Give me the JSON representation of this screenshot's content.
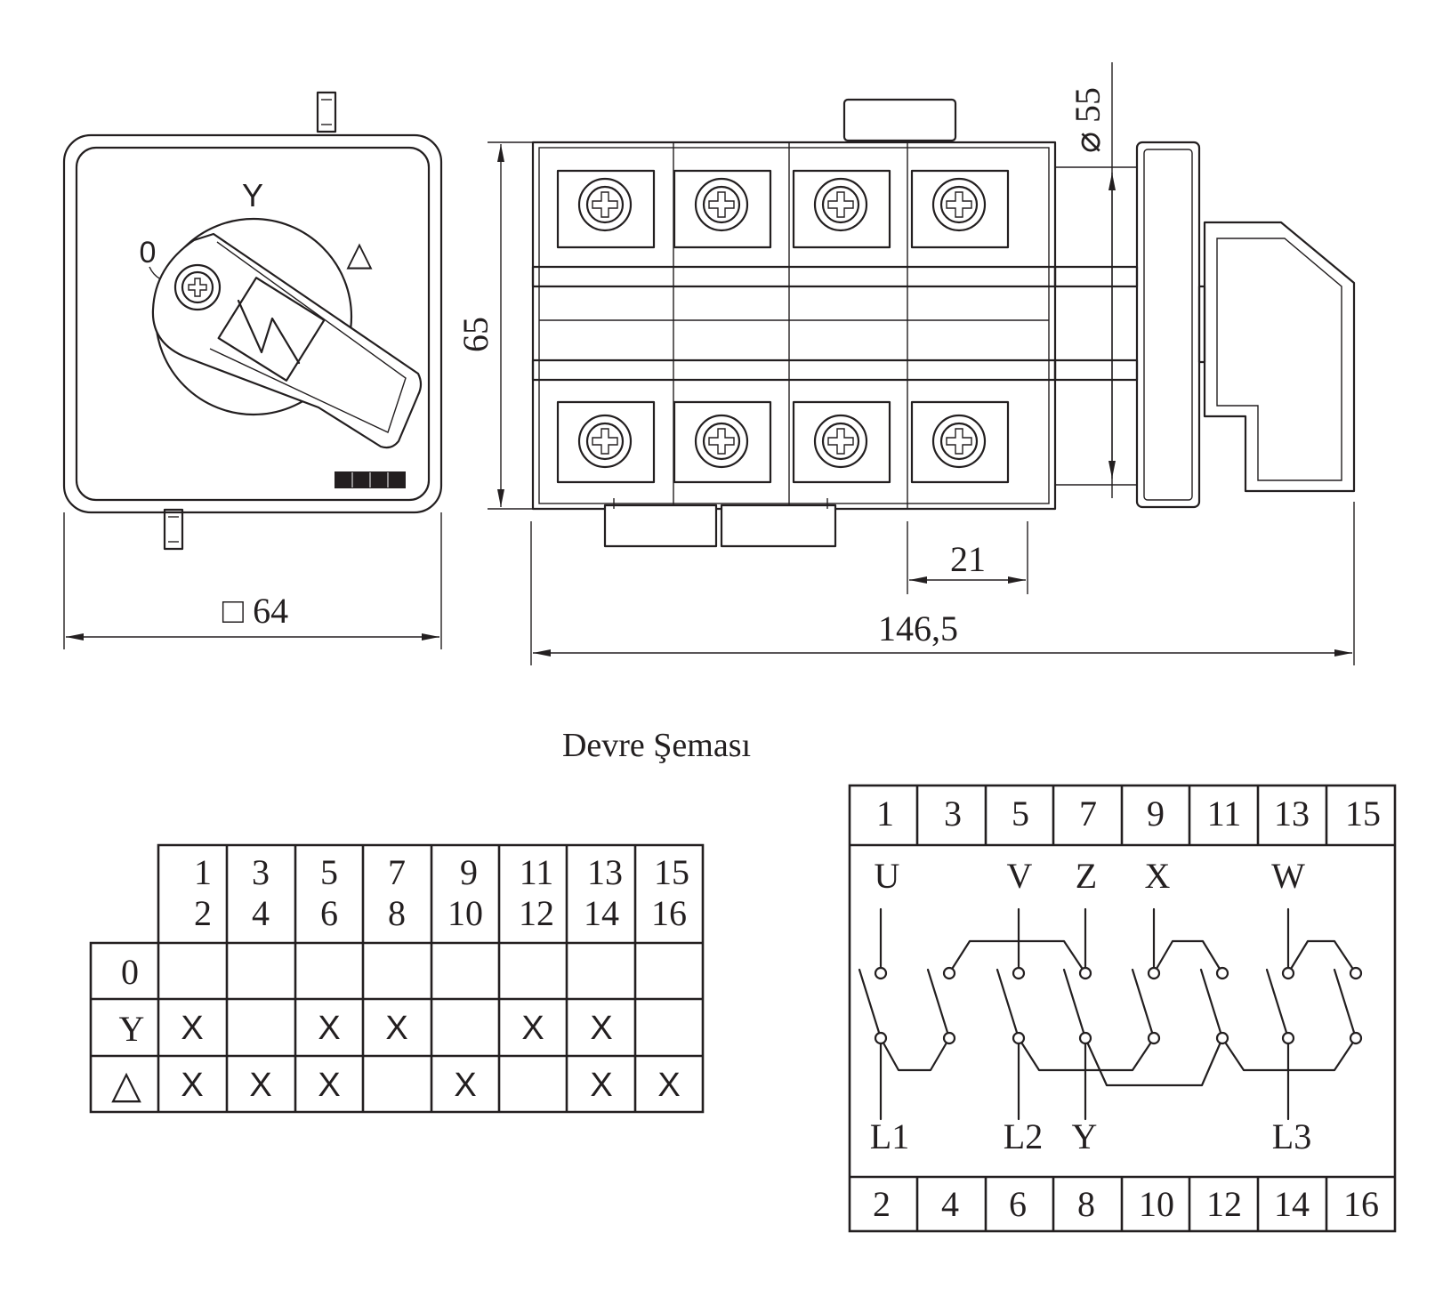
{
  "front_view": {
    "dial_labels": {
      "off": "0",
      "star": "Y",
      "delta": "△"
    },
    "dimension_width": "□ 64"
  },
  "side_view": {
    "dimension_height": "65",
    "dimension_diameter": "⌀ 55",
    "dimension_pitch": "21",
    "dimension_length": "146,5"
  },
  "title": "Devre Şeması",
  "switching_table": {
    "column_headers": [
      {
        "top": "1",
        "bottom": "2"
      },
      {
        "top": "3",
        "bottom": "4"
      },
      {
        "top": "5",
        "bottom": "6"
      },
      {
        "top": "7",
        "bottom": "8"
      },
      {
        "top": "9",
        "bottom": "10"
      },
      {
        "top": "11",
        "bottom": "12"
      },
      {
        "top": "13",
        "bottom": "14"
      },
      {
        "top": "15",
        "bottom": "16"
      }
    ],
    "rows": [
      {
        "label": "0",
        "cells": [
          "",
          "",
          "",
          "",
          "",
          "",
          "",
          ""
        ]
      },
      {
        "label": "Y",
        "cells": [
          "X",
          "",
          "X",
          "X",
          "",
          "X",
          "X",
          ""
        ]
      },
      {
        "label": "△",
        "cells": [
          "X",
          "X",
          "X",
          "",
          "X",
          "",
          "X",
          "X"
        ]
      }
    ]
  },
  "circuit": {
    "top_terminals": [
      "1",
      "3",
      "5",
      "7",
      "9",
      "11",
      "13",
      "15"
    ],
    "bottom_terminals": [
      "2",
      "4",
      "6",
      "8",
      "10",
      "12",
      "14",
      "16"
    ],
    "top_labels": [
      "U",
      "V",
      "Z",
      "X",
      "W"
    ],
    "bottom_labels": [
      "L1",
      "L2",
      "Y",
      "L3"
    ]
  }
}
